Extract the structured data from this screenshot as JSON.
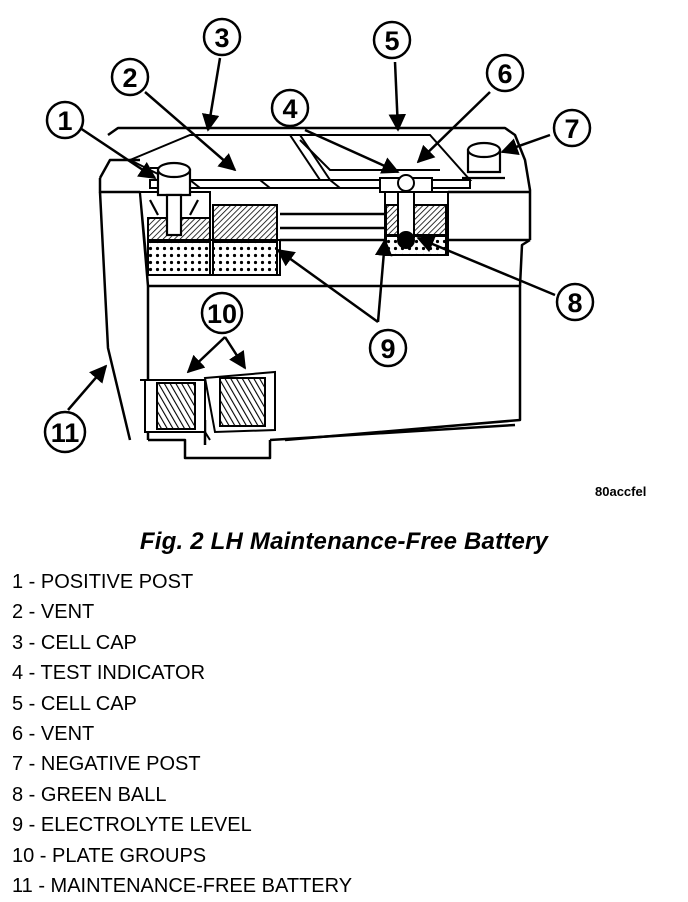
{
  "figure": {
    "code": "80accfel",
    "caption": "Fig. 2 LH Maintenance-Free Battery",
    "callouts": [
      {
        "number": "1",
        "label": "POSITIVE POST"
      },
      {
        "number": "2",
        "label": "VENT"
      },
      {
        "number": "3",
        "label": "CELL CAP"
      },
      {
        "number": "4",
        "label": "TEST INDICATOR"
      },
      {
        "number": "5",
        "label": "CELL CAP"
      },
      {
        "number": "6",
        "label": "VENT"
      },
      {
        "number": "7",
        "label": "NEGATIVE POST"
      },
      {
        "number": "8",
        "label": "GREEN BALL"
      },
      {
        "number": "9",
        "label": "ELECTROLYTE LEVEL"
      },
      {
        "number": "10",
        "label": "PLATE GROUPS"
      },
      {
        "number": "11",
        "label": "MAINTENANCE-FREE BATTERY"
      }
    ],
    "separator": " - "
  }
}
